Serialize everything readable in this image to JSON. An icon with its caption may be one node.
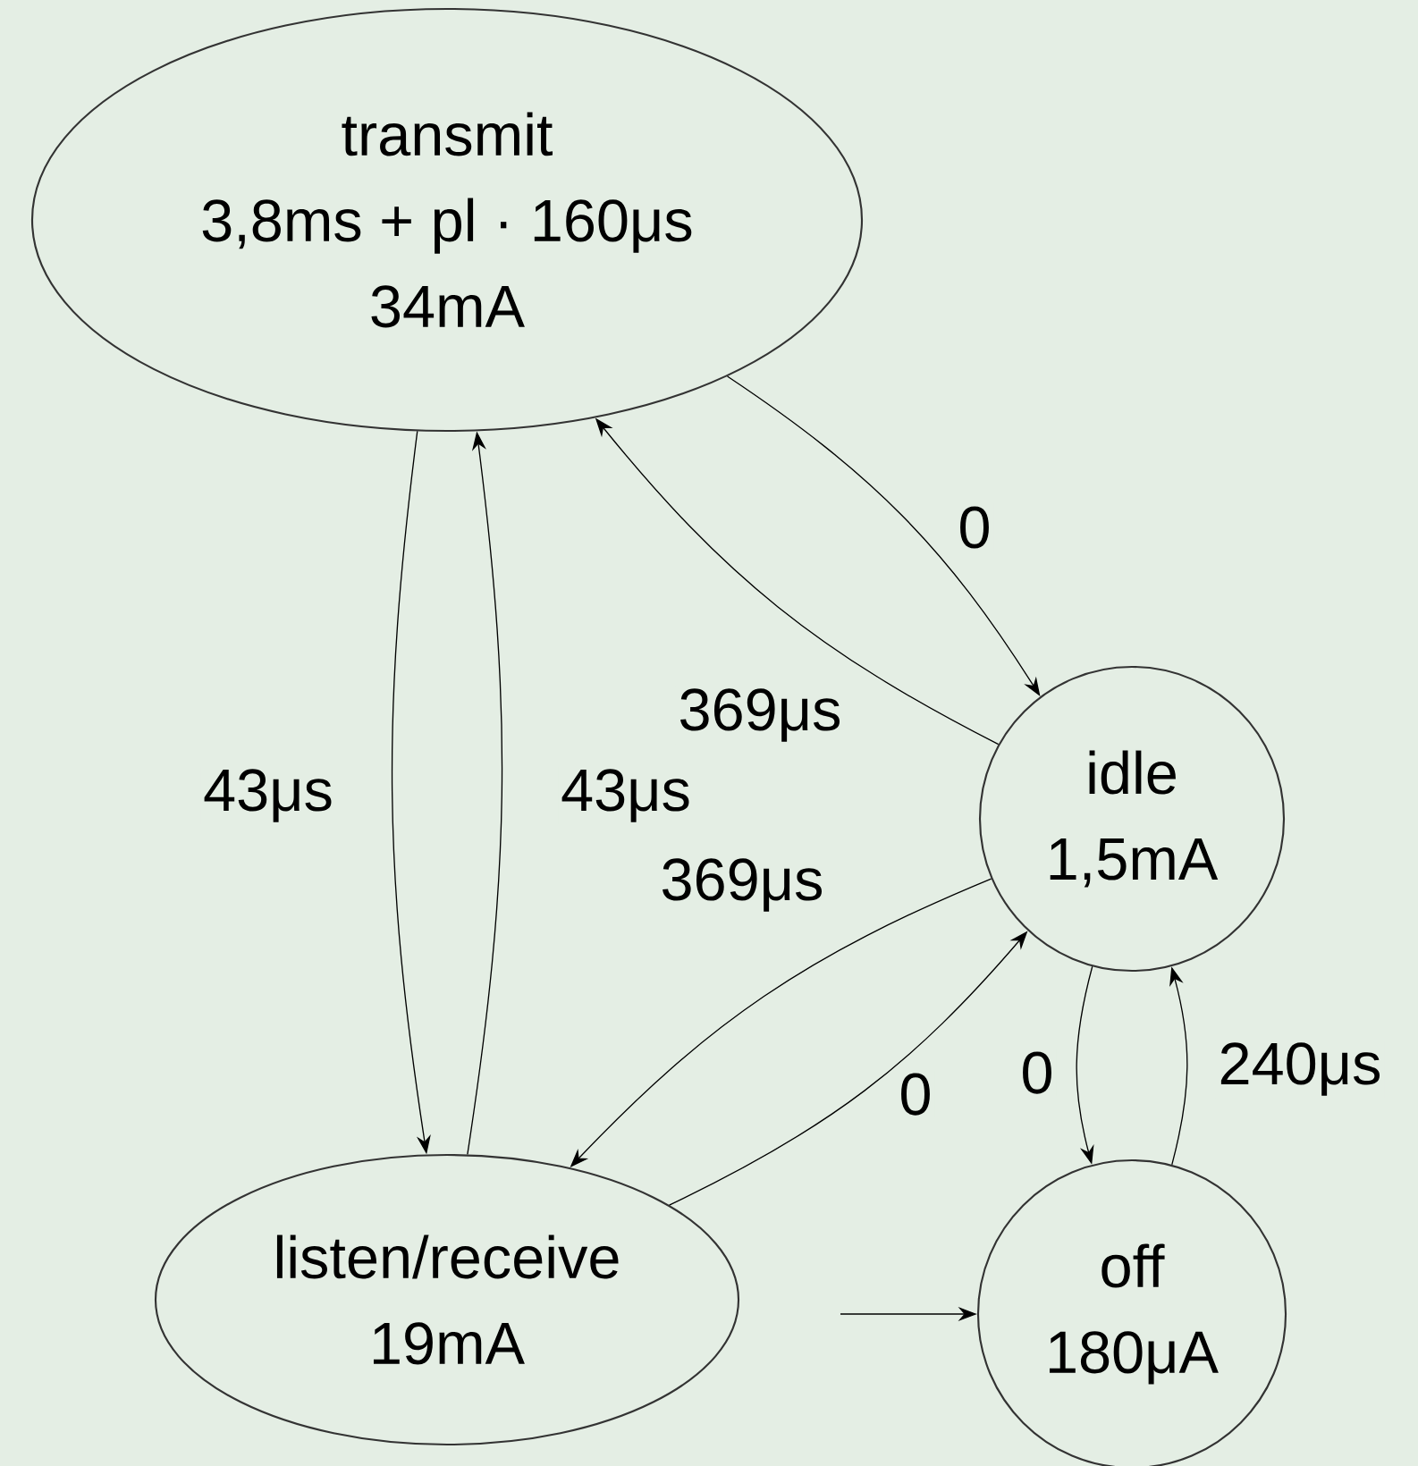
{
  "diagram": {
    "nodes": [
      {
        "text": [
          "transmit",
          "3,8ms + pl · 160μs",
          "34mA"
        ]
      },
      {
        "text": [
          "idle",
          "1,5mA"
        ]
      },
      {
        "text": [
          "listen/receive",
          "19mA"
        ]
      },
      {
        "text": [
          "off",
          "180μA"
        ]
      }
    ],
    "edges": [
      {
        "from": 0,
        "to": 1,
        "arrow": "to",
        "label": "0"
      },
      {
        "from": 1,
        "to": 0,
        "arrow": "to",
        "label": "369μs"
      },
      {
        "from": 0,
        "to": 2,
        "arrow": "to",
        "label": "43μs"
      },
      {
        "from": 2,
        "to": 0,
        "arrow": "to",
        "label": "43μs"
      },
      {
        "from": 1,
        "to": 2,
        "arrow": "to",
        "label": "369μs"
      },
      {
        "from": 2,
        "to": 1,
        "arrow": "to",
        "label": "0"
      },
      {
        "from": 1,
        "to": 3,
        "arrow": "to",
        "label": "0"
      },
      {
        "from": 3,
        "to": 1,
        "arrow": "to",
        "label": "240μs"
      },
      {
        "from": null,
        "to": 3,
        "arrow": "to"
      }
    ]
  }
}
